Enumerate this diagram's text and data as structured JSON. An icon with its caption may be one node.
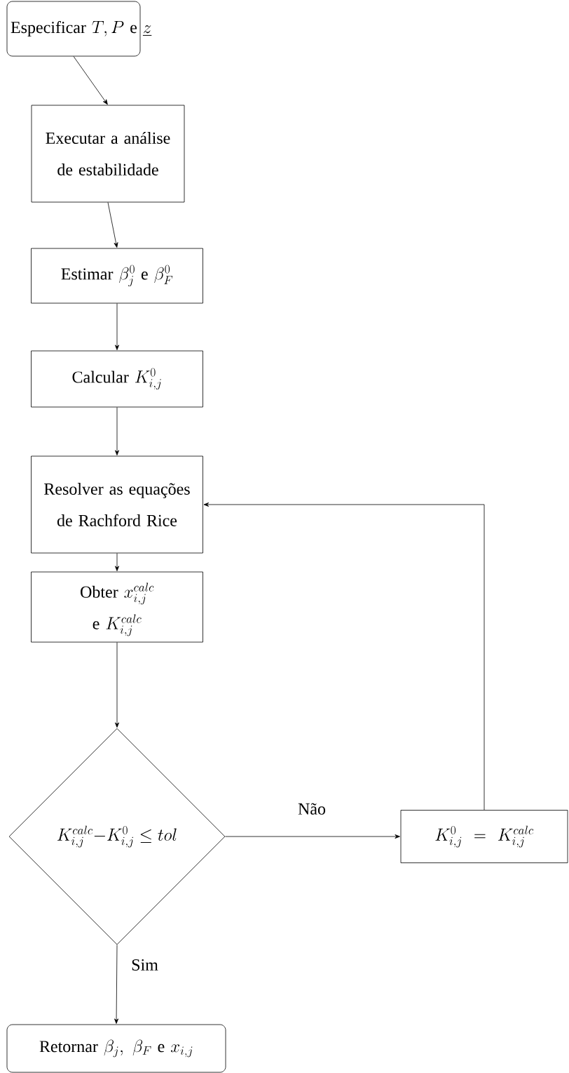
{
  "diagram": {
    "nodes": [
      {
        "text": [
          "\\text{Especificar } T, P \\text{ e } \\underline{z}"
        ]
      },
      {
        "text": [
          "Executar a análise de estabilidade"
        ]
      },
      {
        "text": [
          "\\text{Estimar } \\beta_j^0 \\text{ e } \\beta_F^0"
        ]
      },
      {
        "text": [
          "\\text{Calcular } K_{i,j}^0"
        ]
      },
      {
        "text": [
          "Resolver as equações de Rachford Rice"
        ]
      },
      {
        "text": [
          "\\begin{array}{c}\\text{Obter } x_{i,j}^{calc}\\\\ \\text{e } K_{i,j}^{calc}\\end{array}"
        ]
      },
      {
        "text": [
          "K_{i,j}^{calc}{-}K_{i,j}^{0} \\leq tol"
        ]
      },
      {
        "text": [
          "K_{i,j}^{0}\\,=\\,K_{i,j}^{calc}"
        ]
      },
      {
        "text": [
          "\\text{Retornar } \\beta_j,\\ \\beta_F \\text{ e } x_{i,j}"
        ]
      }
    ],
    "edges": [
      {
        "from": 0,
        "to": 1,
        "arrow": "to"
      },
      {
        "from": 1,
        "to": 2,
        "arrow": "to"
      },
      {
        "from": 2,
        "to": 3,
        "arrow": "to"
      },
      {
        "from": 3,
        "to": 4,
        "arrow": "to"
      },
      {
        "from": 4,
        "to": 5,
        "arrow": "to"
      },
      {
        "from": 5,
        "to": 6,
        "arrow": "to"
      },
      {
        "from": 6,
        "to": 7,
        "label": "Não",
        "arrow": "to"
      },
      {
        "from": 7,
        "to": 4,
        "arrow": "to"
      },
      {
        "from": 6,
        "to": 8,
        "label": "Sim",
        "arrow": "to"
      }
    ]
  }
}
